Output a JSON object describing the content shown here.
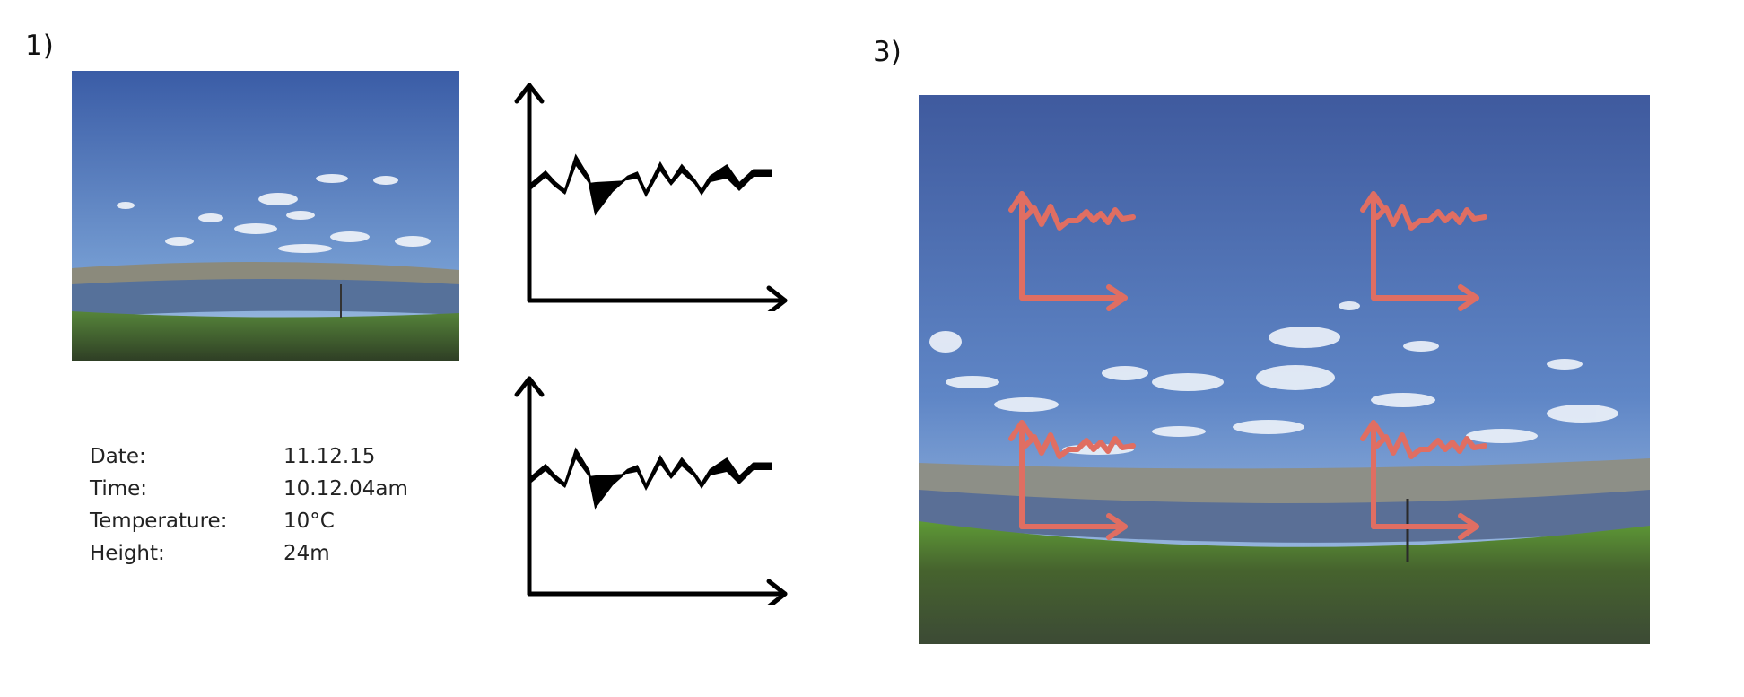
{
  "panels": {
    "panel_1_label": "1)",
    "panel_3_label": "3)"
  },
  "metadata": {
    "rows": [
      {
        "key": "Date:",
        "value": "11.12.15"
      },
      {
        "key": "Time:",
        "value": "10.12.04am"
      },
      {
        "key": "Temperature:",
        "value": "10°C"
      },
      {
        "key": "Height:",
        "value": "24m"
      }
    ]
  },
  "colors": {
    "sky_top": "#3d5fa8",
    "sky_bottom": "#7fa6d8",
    "water": "#4f6a93",
    "grass": "#4f8a2e",
    "overlay_graph": "#e06e62",
    "graph_ink": "#000000"
  },
  "icons": [
    "sky-photo",
    "axes-graph-icon",
    "overlay-graph-icon"
  ]
}
